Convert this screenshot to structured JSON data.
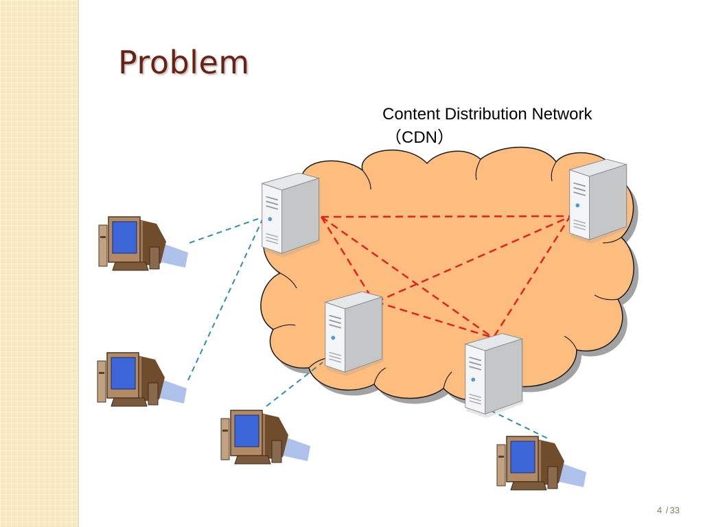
{
  "slide": {
    "title": "Problem",
    "page_current": "4",
    "page_separator": "/",
    "page_total": "33"
  },
  "diagram": {
    "label_line1": "Content Distribution Network",
    "label_line2": "（CDN）",
    "colors": {
      "cloud_fill": "#fcbd7e",
      "cloud_stroke": "#1a1a1a",
      "server_link": "#e3201e",
      "client_link": "#2e8ca6",
      "title": "#6b2213"
    },
    "servers": [
      "server-1",
      "server-2",
      "server-3",
      "server-4"
    ],
    "clients": [
      "client-pc-1",
      "client-pc-2",
      "client-pc-3",
      "client-pc-4"
    ]
  }
}
